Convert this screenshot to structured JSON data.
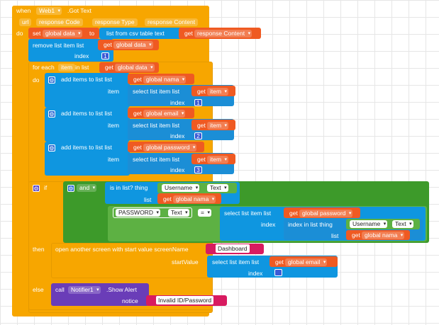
{
  "event": {
    "when": "when",
    "component": "Web1",
    "event_name": ".Got Text",
    "params": [
      "url",
      "response Code",
      "response Type",
      "response Content"
    ],
    "do": "do"
  },
  "set_block": {
    "set": "set",
    "var": "global data",
    "to": "to",
    "func": "list from csv table  text",
    "get": "get",
    "get_var": "response Content"
  },
  "remove_block": {
    "label": "remove list item  list",
    "get": "get",
    "var": "global data",
    "index_label": "index",
    "index_value": "1"
  },
  "foreach_block": {
    "for_each": "for each",
    "item": "item",
    "in_list": "in list",
    "get": "get",
    "var": "global data",
    "do": "do"
  },
  "add_blocks": [
    {
      "label": "add items to list  list",
      "get": "get",
      "var": "global nama",
      "item_label": "item",
      "select": "select list item  list",
      "get2": "get",
      "var2": "item",
      "index_label": "index",
      "index_value": "1"
    },
    {
      "label": "add items to list  list",
      "get": "get",
      "var": "global email",
      "item_label": "item",
      "select": "select list item  list",
      "get2": "get",
      "var2": "item",
      "index_label": "index",
      "index_value": "2"
    },
    {
      "label": "add items to list  list",
      "get": "get",
      "var": "global password",
      "item_label": "item",
      "select": "select list item  list",
      "get2": "get",
      "var2": "item",
      "index_label": "index",
      "index_value": "3"
    }
  ],
  "if_block": {
    "if": "if",
    "and": "and",
    "is_in_list": "is in list? thing",
    "username_comp": "Username",
    "text_prop": "Text",
    "list_label": "list",
    "get": "get",
    "nama_var": "global nama",
    "password_comp": "PASSWORD",
    "password_text": "Text",
    "eq": "=",
    "select": "select list item  list",
    "get_pw": "get",
    "pw_var": "global password",
    "index_label": "index",
    "index_in_list": "index in list  thing",
    "username2": "Username",
    "text2": "Text",
    "list2": "list",
    "get_n2": "get",
    "nama2": "global nama"
  },
  "then_block": {
    "then": "then",
    "open_screen": "open another screen with start value  screenName",
    "screen_name": "Dashboard",
    "start_value": "startValue",
    "select": "select list item  list",
    "get": "get",
    "email_var": "global email",
    "index_label": "index"
  },
  "else_block": {
    "else": "else",
    "call": "call",
    "notifier": "Notifier1",
    "show_alert": ".Show Alert",
    "notice": "notice",
    "message": "Invalid ID/Password"
  }
}
